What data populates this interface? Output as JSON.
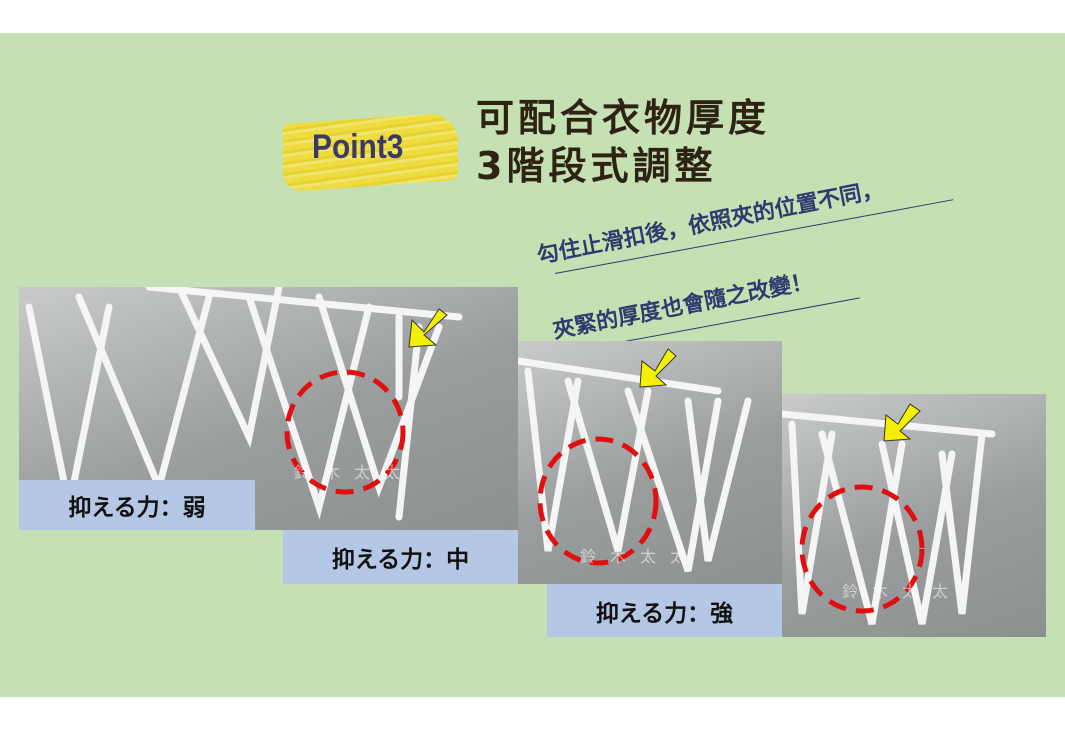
{
  "badge": "Point3",
  "title": {
    "line1": "可配合衣物厚度",
    "line2": "3階段式調整"
  },
  "description": {
    "line1": "勾住止滑扣後，依照夾的位置不同，",
    "line2": "夾緊的厚度也會隨之改變！"
  },
  "panels": [
    {
      "label": "抑える力：弱",
      "watermark": "鈴木太太"
    },
    {
      "label": "抑える力：中",
      "watermark": "鈴木太太"
    },
    {
      "label": "抑える力：強",
      "watermark": "鈴木太太"
    }
  ],
  "colors": {
    "background": "#c5e0b2",
    "label_bg": "#b4c8e6",
    "highlight": "#e8d22a",
    "circle": "#e01010",
    "arrow": "#f5f000"
  }
}
